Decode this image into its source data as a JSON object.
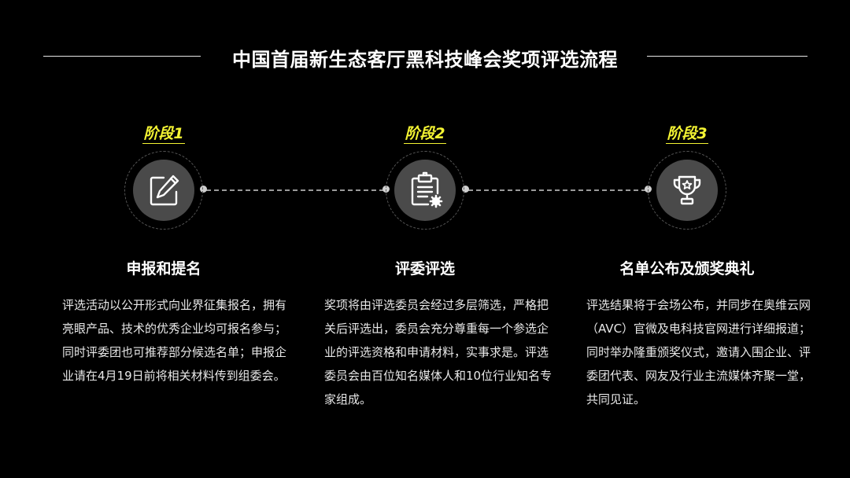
{
  "header": {
    "title": "中国首届新生态客厅黑科技峰会奖项评选流程"
  },
  "colors": {
    "accent": "#f4f433",
    "background": "#000000",
    "icon_circle": "#4a4a4a"
  },
  "stages": [
    {
      "label": "阶段1",
      "icon": "edit-icon",
      "title": "申报和提名",
      "description": "评选活动以公开形式向业界征集报名，拥有亮眼产品、技术的优秀企业均可报名参与；同时评委团也可推荐部分候选名单；申报企业请在4月19日前将相关材料传到组委会。"
    },
    {
      "label": "阶段2",
      "icon": "clipboard-settings-icon",
      "title": "评委评选",
      "description": "奖项将由评选委员会经过多层筛选，严格把关后评选出，委员会充分尊重每一个参选企业的评选资格和申请材料，实事求是。评选委员会由百位知名媒体人和10位行业知名专家组成。"
    },
    {
      "label": "阶段3",
      "icon": "trophy-icon",
      "title": "名单公布及颁奖典礼",
      "description": "评选结果将于会场公布，并同步在奥维云网（AVC）官微及电科技官网进行详细报道；同时举办隆重颁奖仪式，邀请入围企业、评委团代表、网友及行业主流媒体齐聚一堂，共同见证。"
    }
  ]
}
